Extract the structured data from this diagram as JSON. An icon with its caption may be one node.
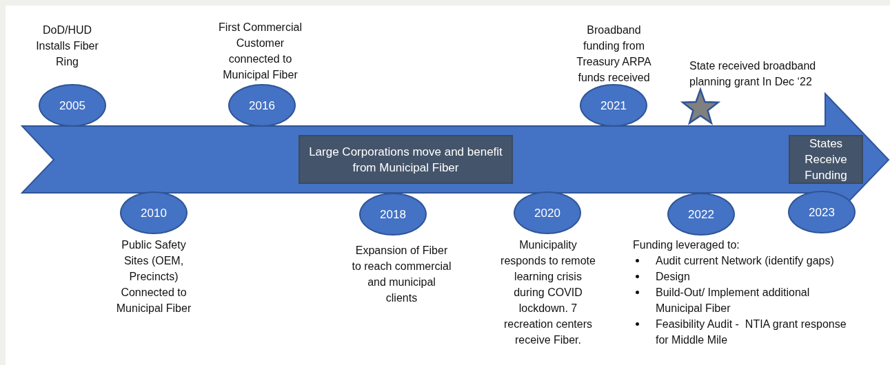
{
  "diagram": {
    "nodes": [
      {
        "text": [
          "2005"
        ],
        "beside": [
          "DoD/HUD Installs Fiber Ring"
        ]
      },
      {
        "text": [
          "2010"
        ],
        "beside": [
          "Public Safety Sites (OEM, Precincts) Connected to Municipal Fiber"
        ]
      },
      {
        "text": [
          "2016"
        ],
        "beside": [
          "First Commercial Customer connected to Municipal Fiber"
        ]
      },
      {
        "text": [
          "Large Corporations move and benefit from Municipal Fiber"
        ]
      },
      {
        "text": [
          "2018"
        ],
        "beside": [
          "Expansion of Fiber to reach commercial and municipal clients"
        ]
      },
      {
        "text": [
          "2020"
        ],
        "beside": [
          "Municipality responds to remote learning crisis during COVID lockdown. 7 recreation centers receive Fiber."
        ]
      },
      {
        "text": [
          "2021"
        ],
        "beside": [
          "Broadband funding from Treasury ARPA funds received"
        ]
      },
      {
        "text": [
          "2022"
        ],
        "beside": [
          "Funding leveraged to:",
          "Audit current Network (identify gaps)",
          "Design",
          "Build-Out/ Implement additional Municipal Fiber",
          "Feasibility Audit -  NTIA grant response for Middle Mile"
        ]
      },
      {
        "text": [
          "States Receive Funding"
        ]
      },
      {
        "text": [
          "2023"
        ]
      }
    ],
    "edges": [],
    "labels": [
      "State received broadband planning grant In Dec ‘22"
    ]
  }
}
